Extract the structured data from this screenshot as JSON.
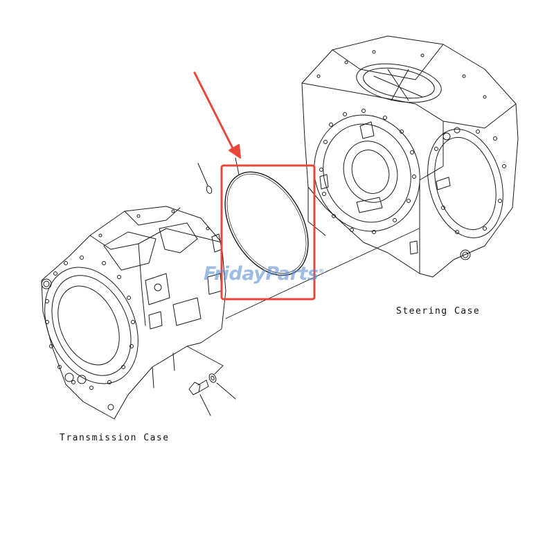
{
  "labels": {
    "steering_case": "Steering Case",
    "transmission_case": "Transmission Case"
  },
  "watermark": {
    "text": "FridayParts",
    "mark": "®"
  },
  "colors": {
    "line": "#1a1a1a",
    "highlight": "#e8463a",
    "watermark": "#5e8fd0"
  }
}
